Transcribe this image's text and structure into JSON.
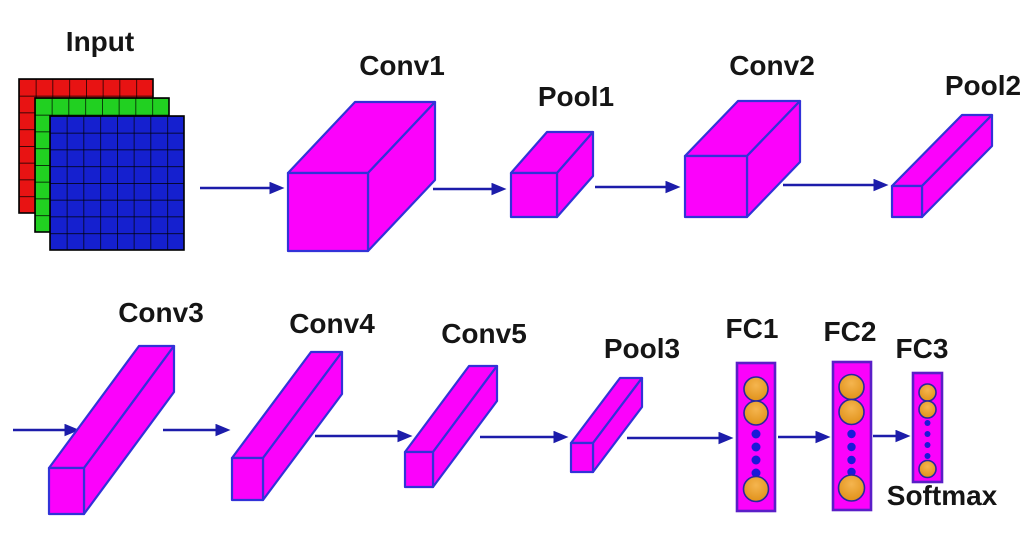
{
  "diagram": {
    "type": "cnn-architecture",
    "labels": {
      "input": "Input",
      "conv1": "Conv1",
      "pool1": "Pool1",
      "conv2": "Conv2",
      "pool2": "Pool2",
      "conv3": "Conv3",
      "conv4": "Conv4",
      "conv5": "Conv5",
      "pool3": "Pool3",
      "fc1": "FC1",
      "fc2": "FC2",
      "fc3": "FC3",
      "softmax": "Softmax"
    },
    "flow": [
      "Input",
      "Conv1",
      "Pool1",
      "Conv2",
      "Pool2",
      "Conv3",
      "Conv4",
      "Conv5",
      "Pool3",
      "FC1",
      "FC2",
      "FC3",
      "Softmax"
    ],
    "input_grid": {
      "channels": [
        "red",
        "green",
        "blue"
      ],
      "rows": 8,
      "cols": 8
    },
    "fc_layers": [
      {
        "name": "FC1",
        "top_orange_neurons": 2,
        "ellipsis_dots": 4,
        "bottom_orange_neurons": 1
      },
      {
        "name": "FC2",
        "top_orange_neurons": 2,
        "ellipsis_dots": 4,
        "bottom_orange_neurons": 1
      },
      {
        "name": "FC3",
        "top_orange_neurons": 2,
        "ellipsis_dots": 4,
        "bottom_orange_neurons": 1
      }
    ]
  },
  "colors": {
    "background": "#ffffff",
    "magenta_fill": "#fb02fb",
    "box_stroke": "#3232d8",
    "fc_stroke": "#5a1ec8",
    "arrow_blue": "#1c1caa",
    "neuron_orange_light": "#f5b54f",
    "neuron_orange_dark": "#dd8c12",
    "neuron_stroke": "#27279e",
    "dot_blue": "#1a1ad8",
    "grid_red": "#e81313",
    "grid_green": "#21d021",
    "grid_blue": "#1520cf",
    "grid_line": "#000000",
    "label_color": "#151515"
  }
}
